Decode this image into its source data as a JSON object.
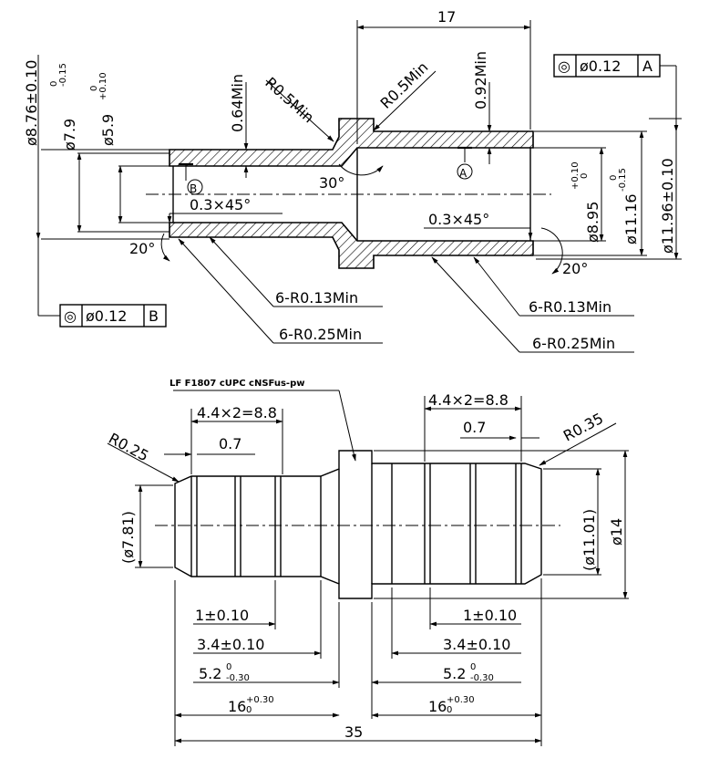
{
  "drawing": {
    "top_view": {
      "dim_top_17": "17",
      "dim_d876": "ø8.76±0.10",
      "dim_d79": "ø7.9",
      "dim_d79_tol": "-0.15",
      "dim_d79_tol0": "0",
      "dim_d59": "ø5.9",
      "dim_d59_tol": "+0.10",
      "dim_d59_tol0": "0",
      "dim_064": "0.64Min",
      "dim_r05a": "R0.5Min",
      "dim_r05b": "R0.5Min",
      "dim_092": "0.92Min",
      "angle_30": "30°",
      "chamfer_left": "0.3×45°",
      "chamfer_right": "0.3×45°",
      "angle_20_left": "20°",
      "angle_20_right": "20°",
      "datum_a": "A",
      "datum_b": "B",
      "dim_d895": "ø8.95",
      "dim_d895_tol": "+0.10",
      "dim_d895_tol0": "0",
      "dim_d1116": "ø11.16",
      "dim_d1116_tol": "-0.15",
      "dim_d1116_tol0": "0",
      "dim_d1196": "ø11.96±0.10",
      "fcf_a": {
        "symbol": "◎",
        "value": "ø0.12",
        "datum": "A"
      },
      "fcf_b": {
        "symbol": "◎",
        "value": "ø0.12",
        "datum": "B"
      },
      "note_r013_right": "6-R0.13Min",
      "note_r013_left": "6-R0.13Min",
      "note_r025_left": "6-R0.25Min",
      "note_r025_right": "6-R0.25Min"
    },
    "bottom_view": {
      "marking": "LF  F1807 cUPC cNSFus-pw",
      "dim_44_left": "4.4×2=8.8",
      "dim_44_right": "4.4×2=8.8",
      "dim_07_left": "0.7",
      "dim_07_right": "0.7",
      "dim_r025": "R0.25",
      "dim_r035": "R0.35",
      "dim_781": "(ø7.81)",
      "dim_1101": "(ø11.01)",
      "dim_14": "ø14",
      "dim_1_left": "1±0.10",
      "dim_1_right": "1±0.10",
      "dim_34_left": "3.4±0.10",
      "dim_34_right": "3.4±0.10",
      "dim_52_left": "5.2",
      "dim_52_right": "5.2",
      "dim_52_tol": "-0.30",
      "dim_52_tol0": "0",
      "dim_16_left": "16",
      "dim_16_right": "16",
      "dim_16_tol": "+0.30",
      "dim_16_tol0": "0",
      "dim_35": "35"
    }
  }
}
